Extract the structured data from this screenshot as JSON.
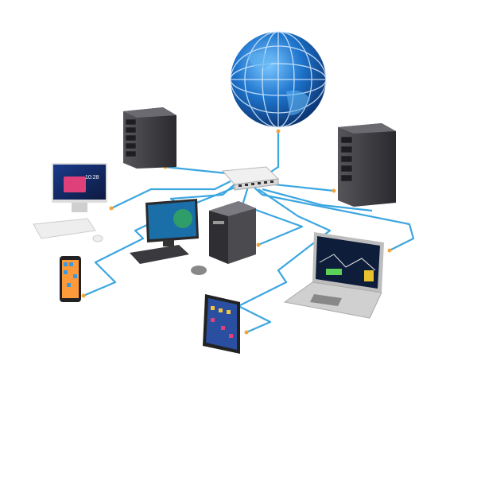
{
  "diagram": {
    "type": "network",
    "nodes": [
      "globe",
      "switch",
      "server-left",
      "server-right",
      "all-in-one-monitor",
      "desktop-pc",
      "tower",
      "smartphone",
      "laptop",
      "tablet"
    ],
    "screen_clock": "10:28"
  },
  "colors": {
    "cable": "#3ba6e0",
    "port": "#f2a53a",
    "globe": "#1d6fc4",
    "server": "#3a3a3e"
  }
}
